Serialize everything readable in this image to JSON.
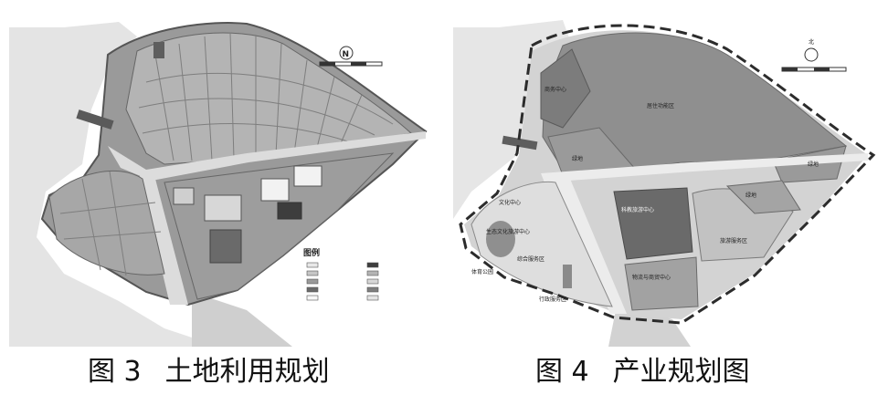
{
  "figures": [
    {
      "caption_number": "图 3",
      "caption_title": "土地利用规划",
      "compass_label": "N",
      "legend_title": "图例"
    },
    {
      "caption_number": "图 4",
      "caption_title": "产业规划图",
      "compass_label": "北",
      "zones": [
        "商务中心",
        "居住功能区",
        "绿地",
        "科教旅游中心",
        "文化中心",
        "生态文化旅游中心",
        "旅游服务区",
        "综合服务区",
        "物流与商贸中心",
        "行政服务区",
        "体育公园"
      ]
    }
  ],
  "colors": {
    "site_dark": "#8a8a8a",
    "site_mid": "#a9a9a9",
    "road_light": "#dcdcdc",
    "water_light": "#e6e6e6",
    "boundary": "#2c2c2c"
  }
}
